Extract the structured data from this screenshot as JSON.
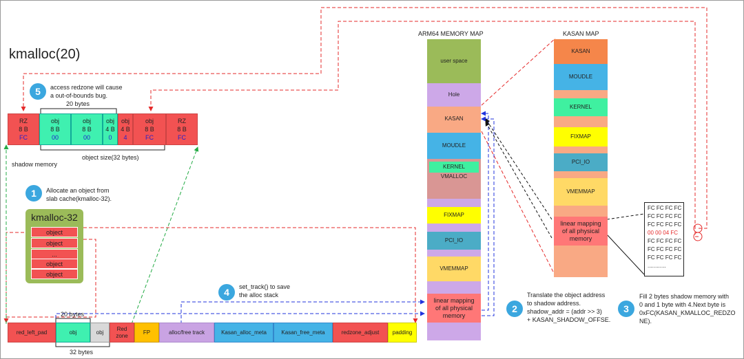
{
  "title": "kmalloc(20)",
  "redzone": {
    "cells": [
      {
        "l1": "RZ",
        "l2": "8 B",
        "l3": "FC"
      },
      {
        "l1": "obj",
        "l2": "8 B",
        "l3": "00"
      },
      {
        "l1": "obj",
        "l2": "8 B",
        "l3": "00"
      },
      {
        "l1": "obj",
        "l2": "4 B",
        "l3": "0"
      },
      {
        "l1": "obj",
        "l2": "4 B",
        "l3": "4"
      },
      {
        "l1": "obj",
        "l2": "8 B",
        "l3": "FC"
      },
      {
        "l1": "RZ",
        "l2": "8 B",
        "l3": "FC"
      }
    ],
    "top_brace": "20 bytes",
    "bottom_brace": "object size(32 bytes)",
    "shadow_label": "shadow memory"
  },
  "steps": {
    "s5": {
      "num": "5",
      "line1": "access redzone will cause",
      "line2": "a out-of-bounds bug."
    },
    "s1": {
      "num": "1",
      "line1": "Allocate an object from",
      "line2": "slab cache(kmalloc-32)."
    },
    "s4": {
      "num": "4",
      "line1": "set_track() to save",
      "line2": "the alloc stack"
    },
    "s2": {
      "num": "2",
      "lines": [
        "Translate the object address",
        "to shadow address.",
        "shadow_addr = (addr >> 3)",
        "+ KASAN_SHADOW_OFFSE."
      ]
    },
    "s3": {
      "num": "3",
      "lines": [
        "Fill 2 bytes shadow memory with",
        "0 and 1 byte with 4.Next byte is",
        "0xFC(KASAN_KMALLOC_REDZO",
        "NE)."
      ]
    }
  },
  "cache": {
    "title": "kmalloc-32",
    "items": [
      "object",
      "object",
      "...",
      "object",
      "object"
    ]
  },
  "object_layout": {
    "segments": [
      "red_left_pad",
      "obj",
      "obj",
      "Red zone",
      "FP",
      "alloc/free track",
      "Kasan_alloc_meta",
      "Kasan_free_meta",
      "redzone_adjust",
      "padding"
    ],
    "top_brace": "20 bytes",
    "bottom_brace": "32 bytes"
  },
  "arm64": {
    "title": "ARM64 MEMORY MAP",
    "labels": {
      "user": "user space",
      "hole": "Hole",
      "kasan": "KASAN",
      "moudle": "MOUDLE",
      "kernel": "KERNEL",
      "vmalloc": "VMALLOC",
      "fixmap": "FIXMAP",
      "pci": "PCI_IO",
      "vmemmap": "VMEMMAP",
      "linear": "linear mapping of all physical memory"
    }
  },
  "kasan_map": {
    "title": "KASAN MAP",
    "labels": {
      "kasan": "KASAN",
      "moudle": "MOUDLE",
      "kernel": "KERNEL",
      "fixmap": "FIXMAP",
      "pci": "PCI_IO",
      "vmemmap": "VMEMMAP",
      "linear": "linear mapping of all physical memory"
    }
  },
  "shadow_box": {
    "rows": [
      "FC FC FC FC",
      "FC FC FC FC",
      "FC FC FC FC",
      "00 00 04 FC",
      "FC FC FC FC",
      "FC FC FC FC",
      "FC FC FC FC",
      "............"
    ]
  },
  "colors": {
    "redzone": "#f25252",
    "object": "#3ff0b0",
    "kasan": "#f5864a",
    "moudle": "#45b3e6",
    "kernel": "#3ff0a0",
    "fixmap": "#ffff00",
    "pci": "#4bacc6",
    "vmemmap": "#ffd966",
    "linear": "#ff7777",
    "user": "#9bbb59",
    "hole": "#cda8e8",
    "vmalloc": "#d99694",
    "peach": "#f9a984",
    "cache": "#9bbb59",
    "fp": "#ffc000",
    "track": "#c9a3e3"
  }
}
